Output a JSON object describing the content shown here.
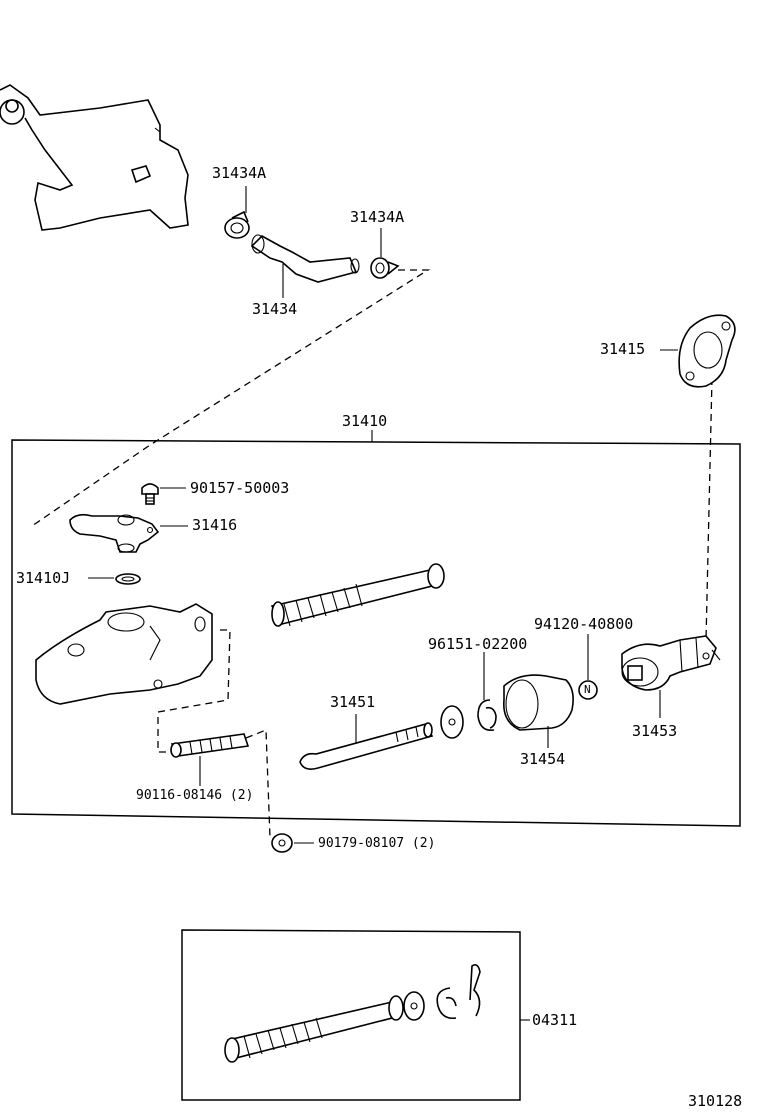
{
  "labels": {
    "p31434A_top": "31434A",
    "p31434A_right": "31434A",
    "p31434": "31434",
    "p31415": "31415",
    "p31410": "31410",
    "p90157": "90157-50003",
    "p31416": "31416",
    "p31410J": "31410J",
    "p96151": "96151-02200",
    "p94120": "94120-40800",
    "p31451": "31451",
    "p31453": "31453",
    "p31454": "31454",
    "p90116": "90116-08146 (2)",
    "p90179": "90179-08107 (2)",
    "p04311": "04311",
    "diagram_id": "310128"
  },
  "nut_marker": "N"
}
